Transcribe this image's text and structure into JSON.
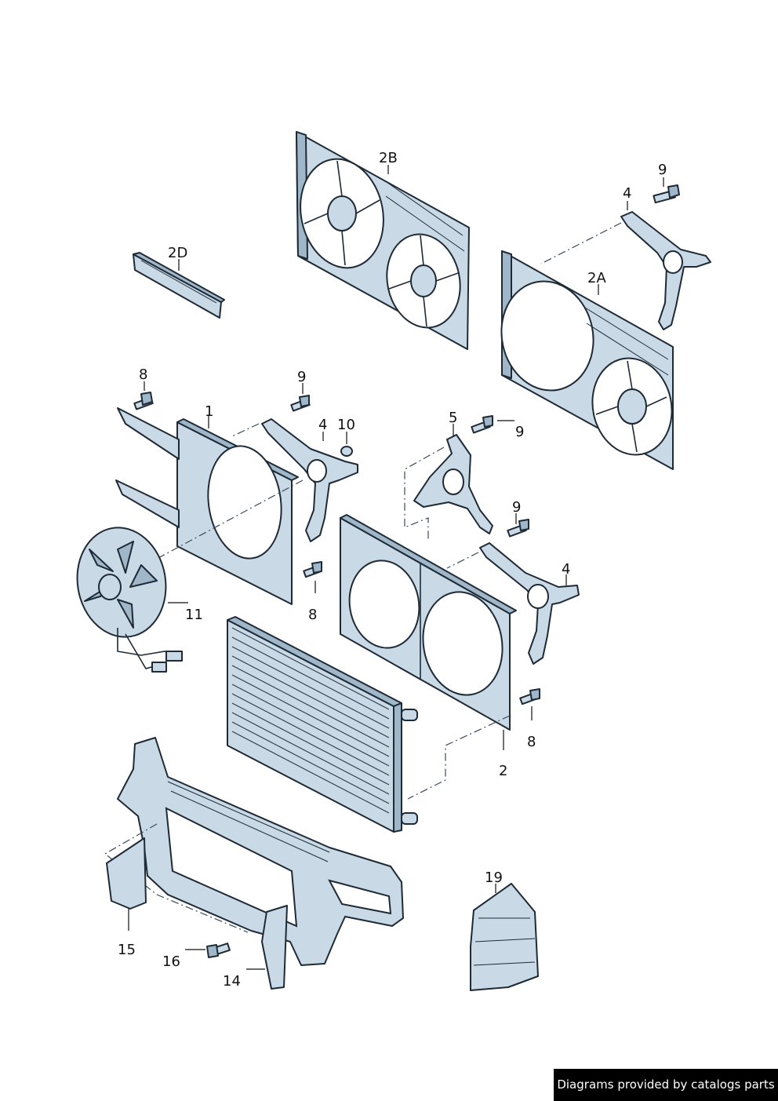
{
  "callouts": {
    "c2B": "2B",
    "c9_top": "9",
    "c4_top": "4",
    "c2D": "2D",
    "c2A": "2A",
    "c8_left": "8",
    "c9_mid": "9",
    "c1": "1",
    "c4_mid": "4",
    "c10": "10",
    "c5": "5",
    "c9_right": "9",
    "c9_lower": "9",
    "c4_right": "4",
    "c11": "11",
    "c8_mid": "8",
    "c8_right": "8",
    "c2": "2",
    "c19": "19",
    "c15": "15",
    "c16": "16",
    "c14": "14"
  },
  "footer": {
    "credit": "Diagrams provided by catalogs parts"
  },
  "palette": {
    "part_fill": "#c9d9e6",
    "outline": "#1e2a36",
    "footer_bg": "#000000",
    "footer_text": "#ffffff"
  }
}
